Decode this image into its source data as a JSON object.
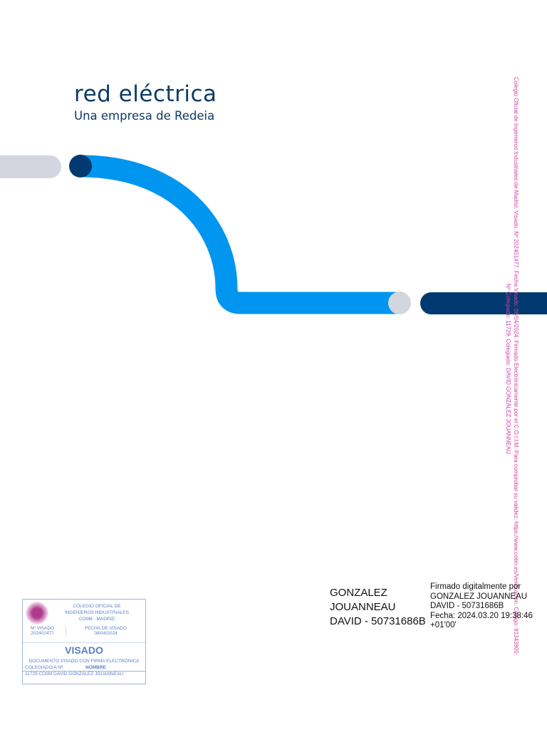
{
  "logo": {
    "brand": "red eléctrica",
    "tagline": "Una empresa de Redeia"
  },
  "colors": {
    "light_blue": "#0096f0",
    "navy": "#003a70",
    "gray": "#d3d6de",
    "stamp": "#5a7fc4",
    "watermark": "#d040a8"
  },
  "watermark": {
    "line1": "Colegio Oficial de Ingenieros Industriales de Madrid. Visado. Nº 202401477. Fecha Visado: 08/04/2024. Firmado Electrónicamente por el C.O.I.I.M. Para comprobar su validez: https://www.coiim.es/Verificacion. Codigo: 91343900.",
    "line2": "Nº Colegiado: 11729. Colegiado: DAVID GONZÁLEZ JOUANNEAU"
  },
  "signature": {
    "name": "GONZALEZ JOUANNEAU DAVID - 50731686B",
    "detail1": "Firmado digitalmente por",
    "detail2": "GONZALEZ JOUANNEAU",
    "detail3": "DAVID - 50731686B",
    "detail4": "Fecha: 2024.03.20 19:38:46",
    "detail5": "+01'00'"
  },
  "stamp": {
    "org1": "COLEGIO OFICIAL DE",
    "org2": "INGENIEROS INDUSTRIALES",
    "org3": "COIIM - MADRID",
    "num_label": "Nº VISADO",
    "num": "202401477",
    "date_label": "FECHA DE VISADO",
    "date": "08/04/2024",
    "title": "VISADO",
    "doc": "DOCUMENTO VISADO CON FIRMA ELECTRÓNICA",
    "col_label": "COLEGIADO/A Nº:",
    "name_label": "NOMBRE",
    "member": "11729 COIIM DAVID GONZÁLEZ JOUANNEAU"
  }
}
